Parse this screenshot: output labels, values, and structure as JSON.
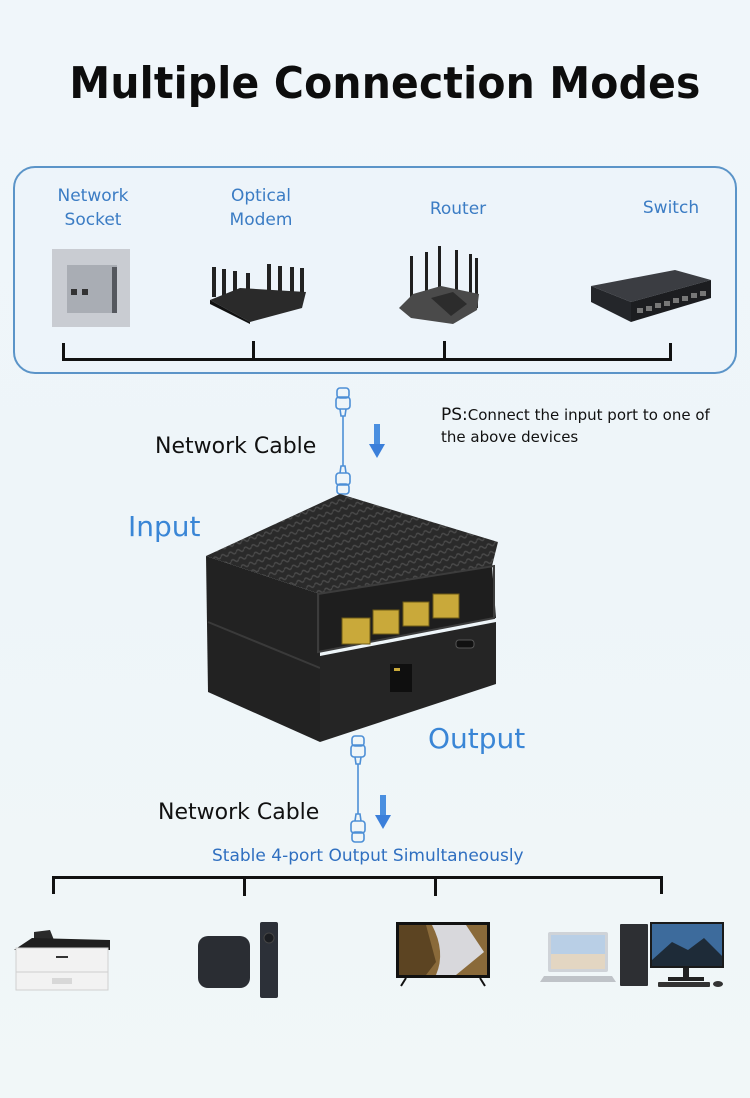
{
  "title": "Multiple Connection Modes",
  "accent_color": "#3b7cc4",
  "source_devices": [
    {
      "label": "Network\nSocket",
      "line1": "Network",
      "line2": "Socket",
      "icon": "network-socket-icon"
    },
    {
      "label": "Optical\nModem",
      "line1": "Optical",
      "line2": "Modem",
      "icon": "optical-modem-icon"
    },
    {
      "label": "Router",
      "line1": "Router",
      "line2": "",
      "icon": "router-icon"
    },
    {
      "label": "Switch",
      "line1": "Switch",
      "line2": "",
      "icon": "switch-icon"
    }
  ],
  "input_cable_label": "Network Cable",
  "ps_note": {
    "prefix": "PS:",
    "text": "Connect the input port to one of",
    "text2": "the above devices"
  },
  "input_label": "Input",
  "output_label": "Output",
  "output_cable_label": "Network Cable",
  "output_caption": "Stable 4-port Output Simultaneously",
  "output_devices": [
    {
      "name": "Printer",
      "icon": "printer-icon"
    },
    {
      "name": "TV box with remote",
      "icon": "tv-box-icon"
    },
    {
      "name": "Television",
      "icon": "television-icon"
    },
    {
      "name": "Laptop and desktop computer",
      "icon": "computer-icon"
    }
  ],
  "product": {
    "name": "4-port network splitter",
    "output_ports": 4,
    "input_ports": 1
  }
}
